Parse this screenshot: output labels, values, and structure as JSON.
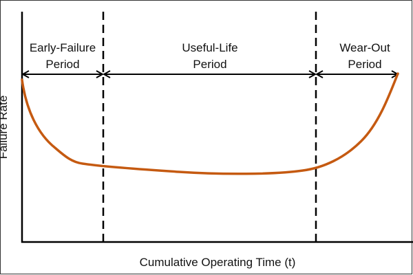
{
  "diagram": {
    "title": "Bathtub Curve",
    "y_axis_label": "Failure Rate",
    "x_axis_label": "Cumulative Operating Time (t)",
    "periods": [
      {
        "line1": "Early-Failure",
        "line2": "Period"
      },
      {
        "line1": "Useful-Life",
        "line2": "Period"
      },
      {
        "line1": "Wear-Out",
        "line2": "Period"
      }
    ],
    "curve_color": "#c55a11"
  }
}
